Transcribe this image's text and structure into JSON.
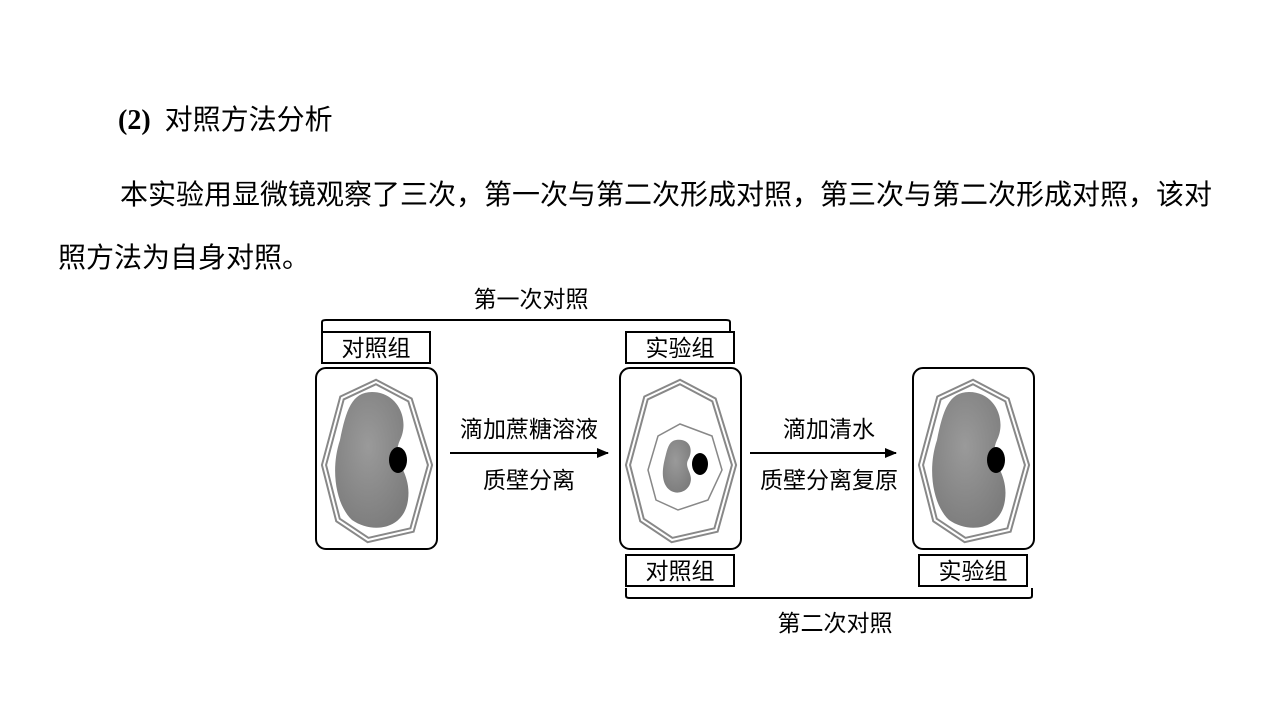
{
  "heading": {
    "number": "(2)",
    "title": "对照方法分析"
  },
  "paragraph": {
    "text": "本实验用显微镜观察了三次，第一次与第二次形成对照，第三次与第二次形成对照，该对照方法为自身对照。"
  },
  "diagram": {
    "first_comparison_label": "第一次对照",
    "second_comparison_label": "第二次对照",
    "cell1": {
      "label": "对照组"
    },
    "cell2": {
      "label_top": "实验组",
      "label_bottom": "对照组"
    },
    "cell3": {
      "label": "实验组"
    },
    "arrow1": {
      "label_top": "滴加蔗糖溶液",
      "label_bottom": "质壁分离"
    },
    "arrow2": {
      "label_top": "滴加清水",
      "label_bottom": "质壁分离复原"
    }
  }
}
